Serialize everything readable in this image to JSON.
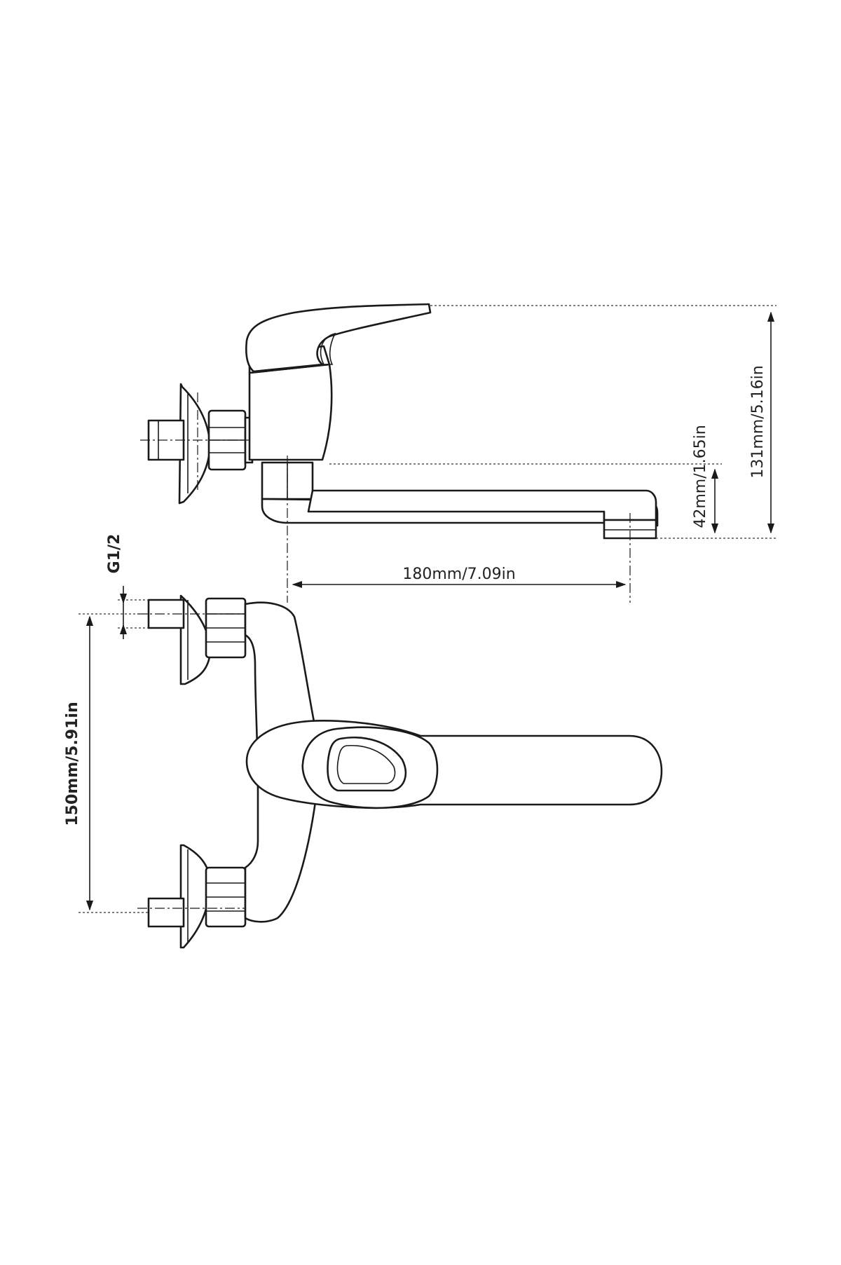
{
  "dimensions": {
    "total_height": "131mm/5.16in",
    "spout_height": "42mm/1.65in",
    "spout_reach": "180mm/7.09in",
    "inlet_spacing": "150mm/5.91in",
    "thread": "G1/2"
  },
  "colors": {
    "line": "#1a1a1a",
    "background": "#ffffff"
  }
}
